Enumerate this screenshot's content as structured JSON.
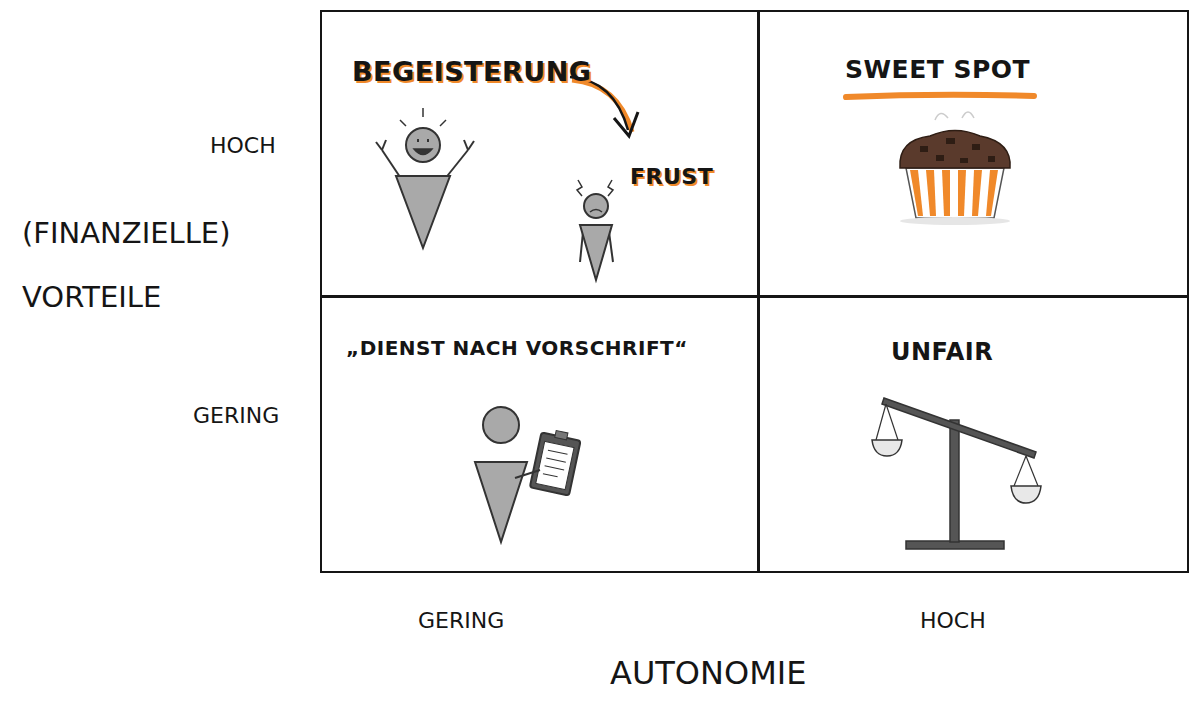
{
  "diagram": {
    "nodes": [
      {
        "text": [
          "BEGEISTERUNG",
          "FRUST"
        ]
      },
      {
        "text": [
          "SWEET SPOT"
        ]
      },
      {
        "text": [
          "„DIENST NACH VORSCHRIFT“"
        ]
      },
      {
        "text": [
          "UNFAIR"
        ]
      }
    ],
    "labels": [
      "HOCH",
      "(FINANZIELLE) VORTEILE",
      "GERING",
      "GERING",
      "HOCH",
      "AUTONOMIE"
    ]
  }
}
